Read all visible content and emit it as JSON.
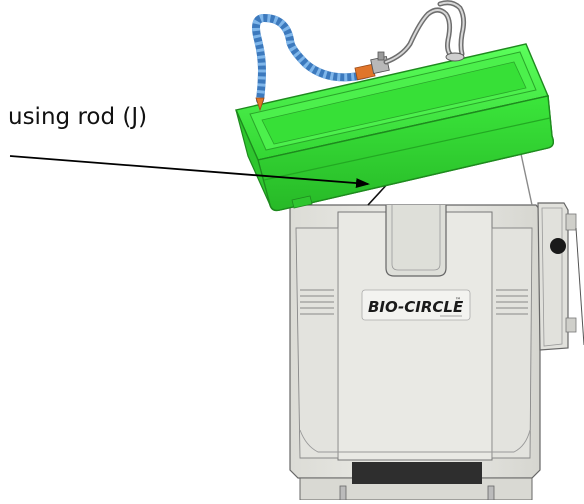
{
  "callout": {
    "text": "using rod (J)"
  },
  "logo": {
    "brand_text": "BIO-CIRCLE",
    "trademark": "™"
  },
  "colors": {
    "lid_green": "#39e639",
    "lid_green_dark": "#22a922",
    "body_gray": "#e6e6e1",
    "body_outline": "#555555",
    "hose_blue": "#4a8fd0",
    "nozzle_orange": "#e0752a"
  },
  "icons": {
    "arrow": "arrow-right",
    "hose": "flexible-coolant-hose",
    "rod": "support-rod"
  }
}
